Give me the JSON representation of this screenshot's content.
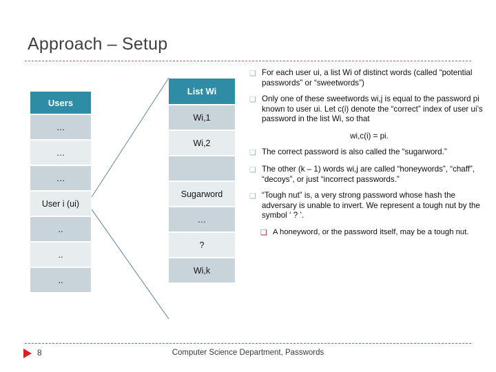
{
  "slide": {
    "title": "Approach – Setup",
    "accent_teal": "#2E8CA4",
    "accent_rule": "#C4605F",
    "row_shade_a": "#C9D4DA",
    "row_shade_b": "#E7ECEF",
    "connector_color": "#6E8FA0",
    "bullet_color": "#8FB8C6",
    "subbullet_color": "#9B2B2B"
  },
  "users_table": {
    "header": "Users",
    "rows": [
      "…",
      "…",
      "…",
      "User i (ui)",
      "..",
      "..",
      ".."
    ]
  },
  "list_table": {
    "header": "List Wi",
    "rows": [
      "Wi,1",
      "Wi,2",
      "",
      "Sugarword",
      "…",
      "?",
      "Wi,k"
    ]
  },
  "bullets": [
    {
      "marker": "❑",
      "level": 1,
      "text": "For each user ui, a list Wi of distinct words (called “potential passwords” or “sweetwords”)"
    },
    {
      "marker": "❑",
      "level": 1,
      "text": "Only one of these sweetwords wi,j is equal to the password pi known to user ui. Let c(i) denote the “correct” index  of user ui’s password in the list Wi, so that"
    },
    {
      "marker": "",
      "level": 0,
      "equation": "wi,c(i) = pi."
    },
    {
      "marker": "❑",
      "level": 1,
      "text": "The correct password is also called the “sugarword.”"
    },
    {
      "marker": "❑",
      "level": 1,
      "text": " The other (k – 1) words wi,j are called “honeywords”, “chaff”, “decoys”, or just “incorrect passwords.”"
    },
    {
      "marker": "❑",
      "level": 1,
      "text": "“Tough nut” is, a very strong password whose hash the adversary is unable to invert. We represent a tough nut by the symbol ‘ ? ’."
    },
    {
      "marker": "❑",
      "level": 2,
      "text": " A honeyword, or the password itself, may be a tough nut."
    }
  ],
  "footer": {
    "page_number": "8",
    "center_text": "Computer Science Department, Passwords"
  }
}
